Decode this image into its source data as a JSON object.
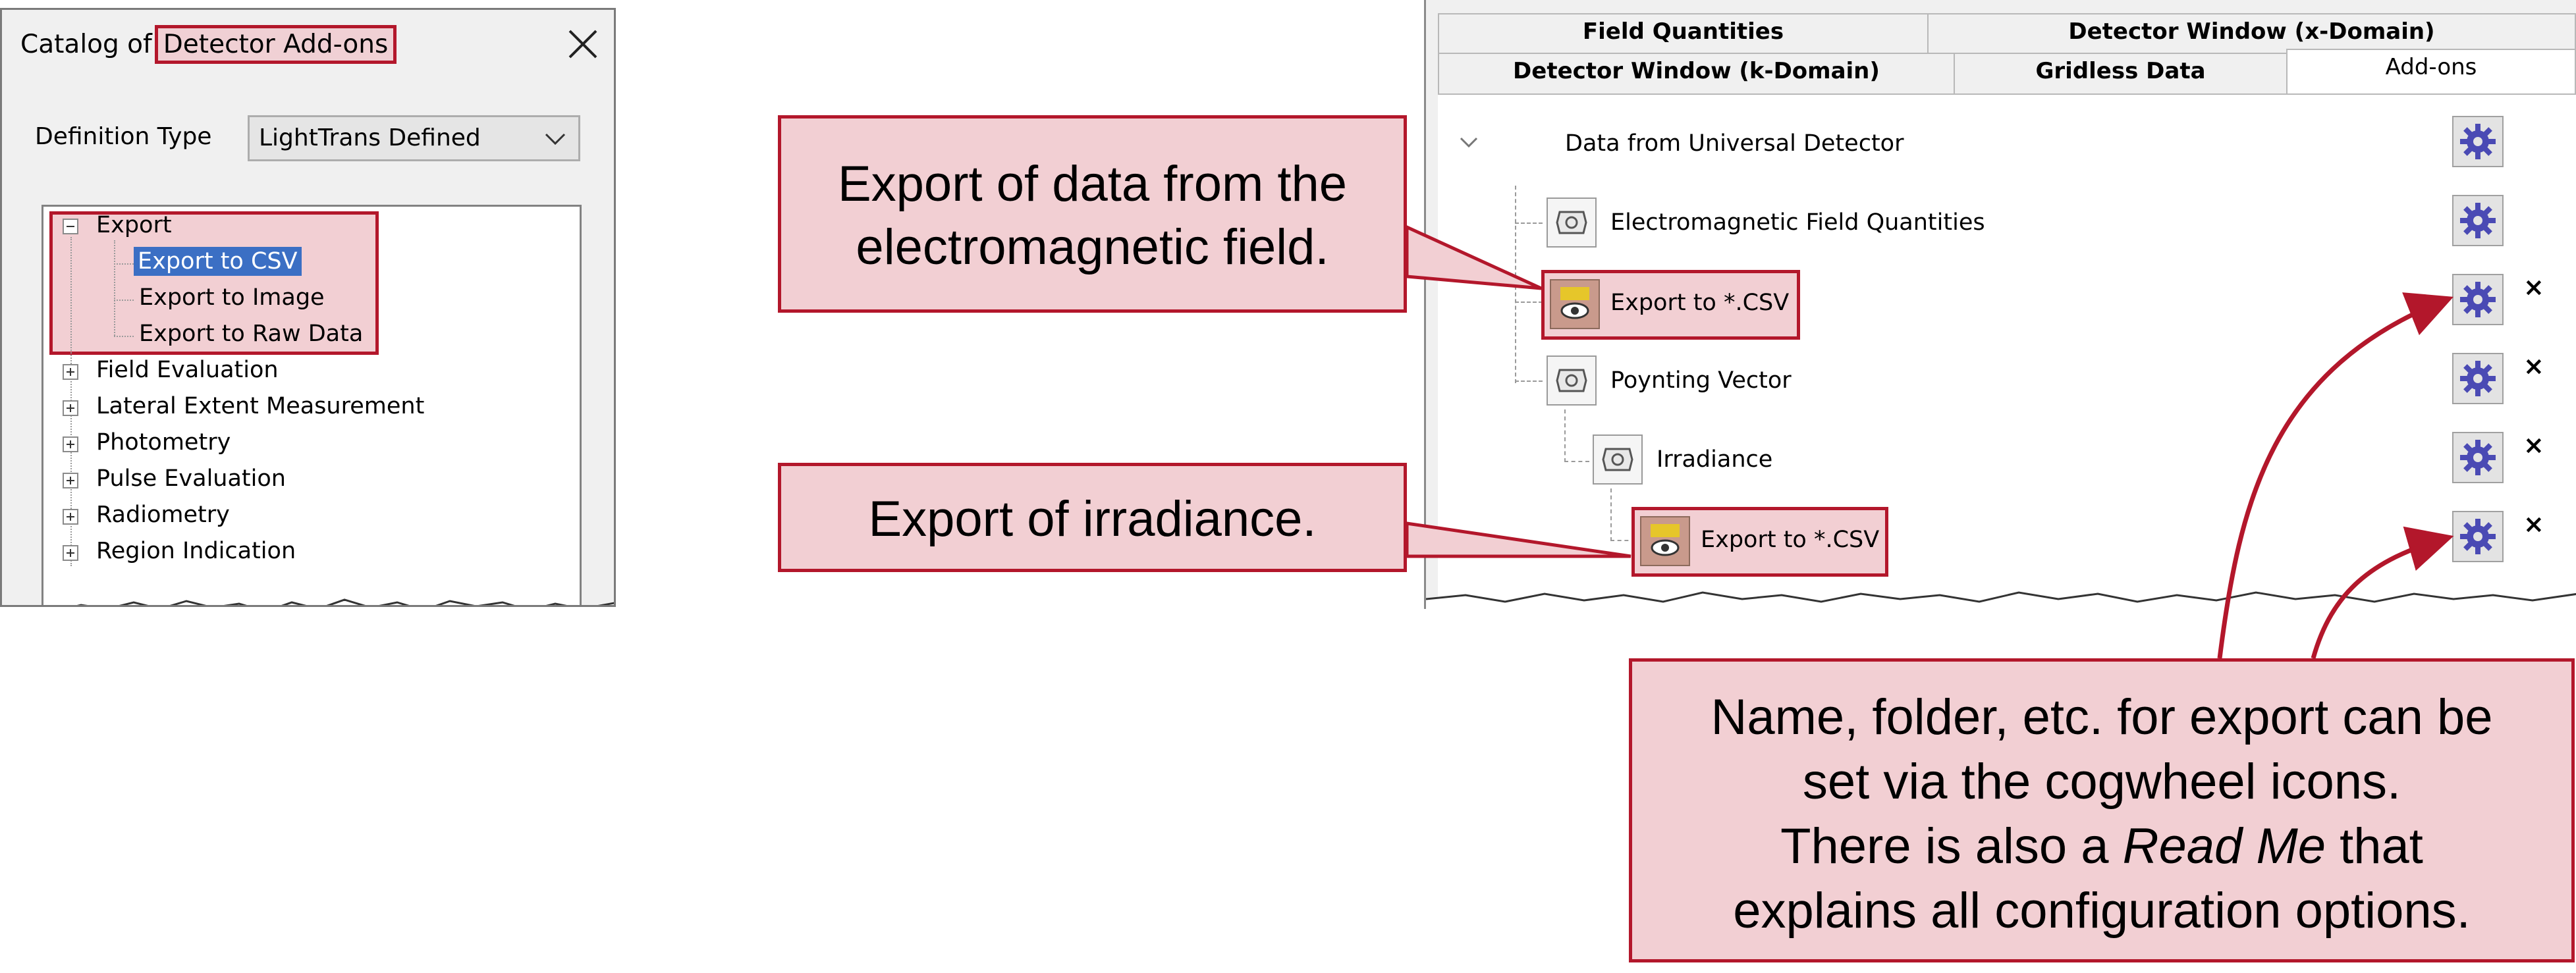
{
  "dialog": {
    "title_prefix": "Catalog of",
    "title_highlight": "Detector Add-ons",
    "definition_label": "Definition Type",
    "definition_value": "LightTrans Defined",
    "tree": {
      "export": "Export",
      "export_children": [
        "Export to CSV",
        "Export to Image",
        "Export to Raw Data"
      ],
      "groups": [
        "Field Evaluation",
        "Lateral Extent Measurement",
        "Photometry",
        "Pulse Evaluation",
        "Radiometry",
        "Region Indication"
      ]
    }
  },
  "panel": {
    "tabs_row1": [
      "Field Quantities",
      "Detector Window (x-Domain)"
    ],
    "tabs_row2": [
      "Detector Window (k-Domain)",
      "Gridless Data",
      "Add-ons"
    ],
    "active_tab": "Add-ons",
    "nodes": {
      "root": "Data from Universal Detector",
      "em_field": "Electromagnetic Field Quantities",
      "export_csv_1": "Export to *.CSV",
      "poynting": "Poynting Vector",
      "irradiance": "Irradiance",
      "export_csv_2": "Export to *.CSV"
    },
    "remove_symbol": "×"
  },
  "callouts": {
    "em_field": [
      "Export of data from the",
      "electromagnetic field."
    ],
    "irradiance": "Export of irradiance.",
    "cogwheel": {
      "line1": "Name, folder, etc. for export can be",
      "line2": "set via the cogwheel icons.",
      "line3_prefix": "There is also a ",
      "line3_italic": "Read Me",
      "line3_suffix": " that",
      "line4": "explains all configuration options."
    }
  },
  "colors": {
    "callout_fill": "#f2cfd3",
    "callout_border": "#b3172b",
    "selection": "#3b6fc4",
    "cog": "#4a4ab4"
  }
}
